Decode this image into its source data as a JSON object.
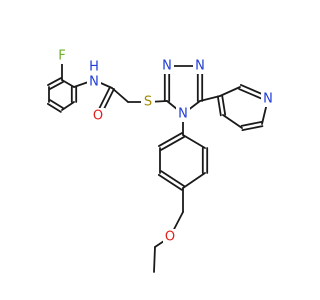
{
  "atom_labels": {
    "fluorine": "F",
    "amide_nh": "N",
    "amide_nh_h": "H",
    "carbonyl_o": "O",
    "sulfur": "S",
    "triazole_n1": "N",
    "triazole_n2": "N",
    "triazole_n4": "N",
    "pyridine_n": "N",
    "ether_o": "O"
  },
  "colors": {
    "bond": "#1a1a1a",
    "nitrogen": "#1f3bd8",
    "oxygen": "#e0201b",
    "sulfur": "#a08a00",
    "fluorine": "#6cae2a"
  }
}
